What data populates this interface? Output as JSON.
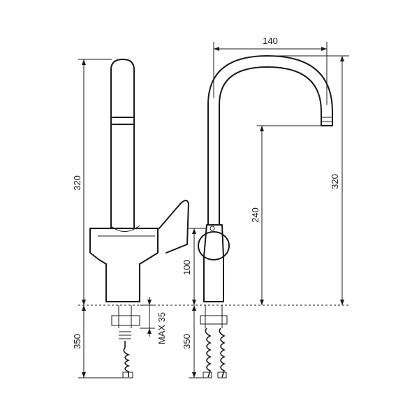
{
  "dimensions": {
    "top_width": "140",
    "left_height": "320",
    "right_height": "320",
    "spout_height": "240",
    "body_height": "100",
    "left_hose": "350",
    "right_hose": "350",
    "max_thickness": "MAX 35"
  }
}
